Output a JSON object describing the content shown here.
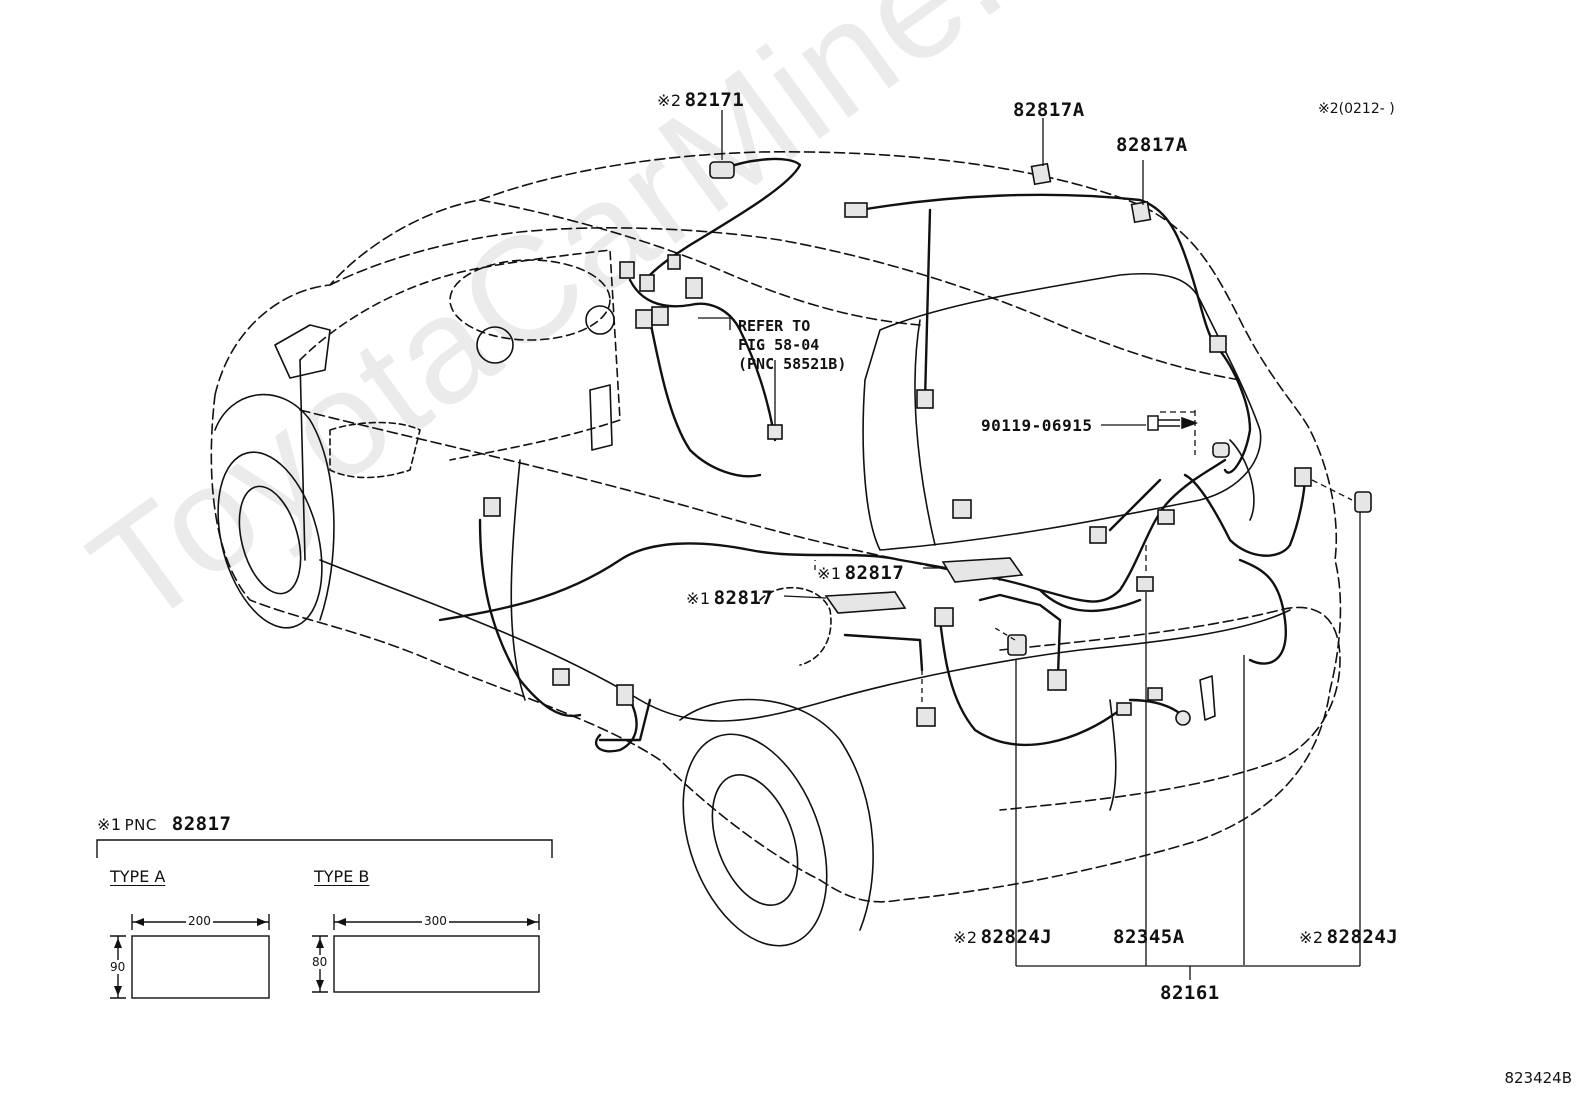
{
  "watermark": "ToyotaCarMine.ru",
  "callouts": {
    "p82171": {
      "mark": "※2",
      "part": "82171"
    },
    "p82817A_1": {
      "part": "82817A"
    },
    "p82817A_2": {
      "part": "82817A"
    },
    "note_0212": {
      "mark": "※2",
      "text": "(0212-     )"
    },
    "p90119": {
      "part": "90119-06915"
    },
    "p82817_1": {
      "mark": "※1",
      "part": "82817"
    },
    "p82817_2": {
      "mark": "※1",
      "part": "82817"
    },
    "p82824J_1": {
      "mark": "※2",
      "part": "82824J"
    },
    "p82345A": {
      "part": "82345A"
    },
    "p82824J_2": {
      "mark": "※2",
      "part": "82824J"
    },
    "p82161": {
      "part": "82161"
    }
  },
  "refer_note": "REFER TO\nFIG 58-04\n(PNC 58521B)",
  "pnc_box": {
    "mark": "※1",
    "prefix": "PNC",
    "part": "82817",
    "type_a": {
      "label": "TYPE A",
      "width": "200",
      "height": "90"
    },
    "type_b": {
      "label": "TYPE B",
      "width": "300",
      "height": "80"
    }
  },
  "figure_code": "823424B"
}
